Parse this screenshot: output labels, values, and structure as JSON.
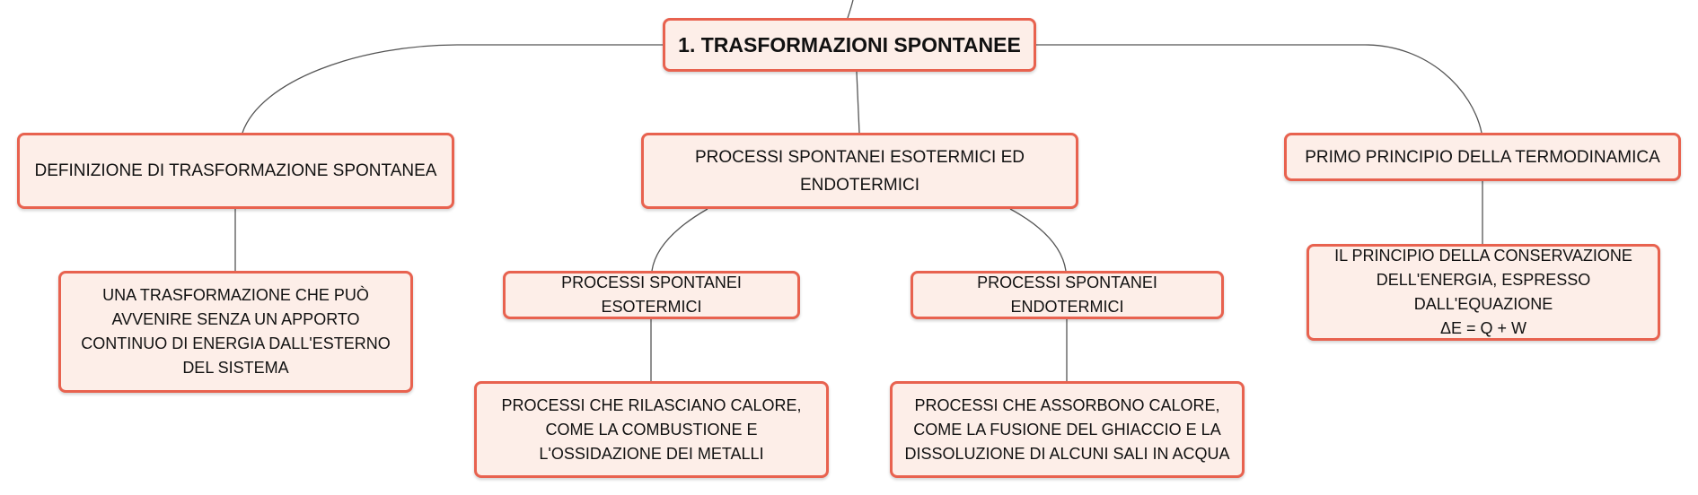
{
  "mindmap": {
    "root": {
      "label": "1. TRASFORMAZIONI SPONTANEE"
    },
    "branches": [
      {
        "label": "DEFINIZIONE DI TRASFORMAZIONE SPONTANEA",
        "detail": "UNA TRASFORMAZIONE CHE PUÒ AVVENIRE SENZA UN APPORTO CONTINUO DI ENERGIA DALL'ESTERNO DEL SISTEMA"
      },
      {
        "label": "PROCESSI SPONTANEI ESOTERMICI ED ENDOTERMICI",
        "children": [
          {
            "label": "PROCESSI SPONTANEI ESOTERMICI",
            "detail": "PROCESSI CHE RILASCIANO CALORE, COME LA COMBUSTIONE E L'OSSIDAZIONE DEI METALLI"
          },
          {
            "label": "PROCESSI SPONTANEI ENDOTERMICI",
            "detail": "PROCESSI CHE ASSORBONO CALORE, COME LA FUSIONE DEL GHIACCIO E LA DISSOLUZIONE DI ALCUNI SALI IN ACQUA"
          }
        ]
      },
      {
        "label": "PRIMO PRINCIPIO DELLA TERMODINAMICA",
        "detail_lines": [
          "IL PRINCIPIO DELLA CONSERVAZIONE",
          "DELL'ENERGIA, ESPRESSO DALL'EQUAZIONE",
          "ΔE = Q + W"
        ]
      }
    ]
  },
  "colors": {
    "node_fill": "#fdeee8",
    "node_border": "#e8624f",
    "connector": "#555555"
  }
}
